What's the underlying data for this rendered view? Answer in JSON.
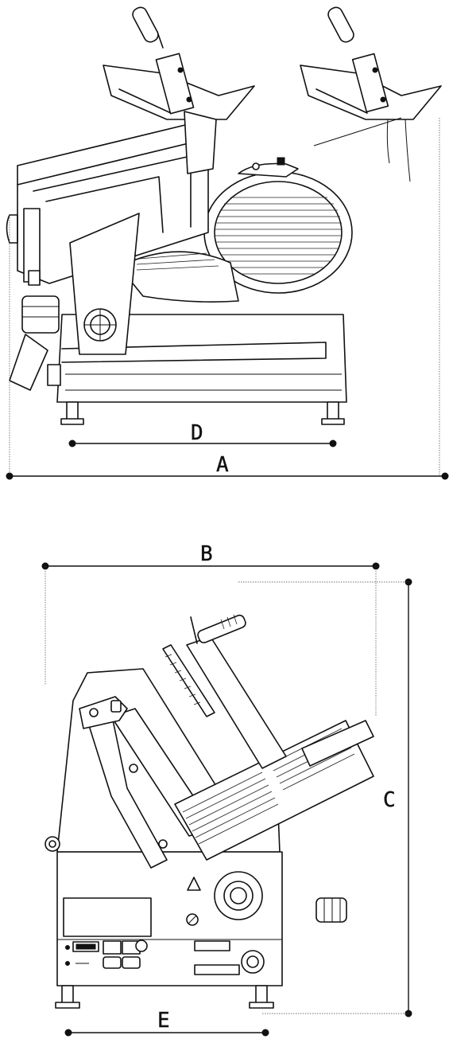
{
  "dimensions": {
    "A": "A",
    "B": "B",
    "C": "C",
    "D": "D",
    "E": "E"
  },
  "colors": {
    "line": "#111111",
    "background": "#ffffff"
  }
}
